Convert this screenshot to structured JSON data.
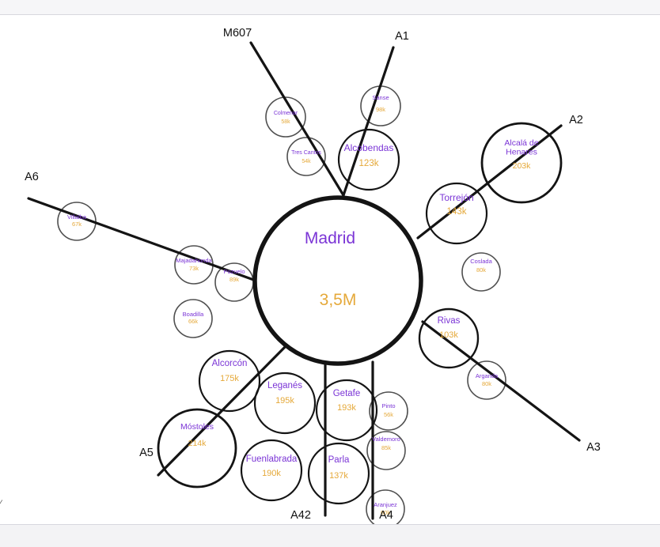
{
  "diagram": {
    "colors": {
      "line": "#141414",
      "name": "#7b35d6",
      "population": "#e5a93a",
      "road_label": "#111111"
    },
    "center": {
      "name": "Madrid",
      "population": "3,5M"
    },
    "roads": [
      {
        "id": "m607",
        "label": "M607"
      },
      {
        "id": "a1",
        "label": "A1"
      },
      {
        "id": "a2",
        "label": "A2"
      },
      {
        "id": "a3",
        "label": "A3"
      },
      {
        "id": "a4",
        "label": "A4"
      },
      {
        "id": "a42",
        "label": "A42"
      },
      {
        "id": "a5",
        "label": "A5"
      },
      {
        "id": "a6",
        "label": "A6"
      }
    ],
    "cities": [
      {
        "id": "colmenar",
        "name": "Colmenar",
        "population": "58k"
      },
      {
        "id": "sanse",
        "name": "Sanse",
        "population": "98k"
      },
      {
        "id": "tres-cantos",
        "name": "Tres Cantos",
        "population": "54k"
      },
      {
        "id": "alcobendas",
        "name": "Alcobendas",
        "population": "123k"
      },
      {
        "id": "alcala",
        "name": "Alcalá de Henares",
        "name_lines": [
          "Alcalá de",
          "Henares"
        ],
        "population": "203k"
      },
      {
        "id": "torrejon",
        "name": "Torrejón",
        "population": "143k"
      },
      {
        "id": "villalba",
        "name": "Villalba",
        "population": "67k"
      },
      {
        "id": "majadahonda",
        "name": "Majadahonda",
        "population": "73k"
      },
      {
        "id": "pozuelo",
        "name": "Pozuelo",
        "population": "89k"
      },
      {
        "id": "coslada",
        "name": "Coslada",
        "population": "80k"
      },
      {
        "id": "boadilla",
        "name": "Boadilla",
        "population": "66k"
      },
      {
        "id": "rivas",
        "name": "Rivas",
        "population": "103k"
      },
      {
        "id": "arganda",
        "name": "Arganda",
        "population": "80k"
      },
      {
        "id": "alcorcon",
        "name": "Alcorcón",
        "population": "175k"
      },
      {
        "id": "leganes",
        "name": "Leganés",
        "population": "195k"
      },
      {
        "id": "getafe",
        "name": "Getafe",
        "population": "193k"
      },
      {
        "id": "pinto",
        "name": "Pinto",
        "population": "56k"
      },
      {
        "id": "mostoles",
        "name": "Móstoles",
        "population": "214k"
      },
      {
        "id": "valdemoro",
        "name": "Valdemoro",
        "population": "85k"
      },
      {
        "id": "fuenlabrada",
        "name": "Fuenlabrada",
        "population": "190k"
      },
      {
        "id": "parla",
        "name": "Parla",
        "population": "137k"
      },
      {
        "id": "aranjuez",
        "name": "Aranjuez",
        "population": "60k"
      }
    ],
    "corner_mark": "⁄"
  }
}
